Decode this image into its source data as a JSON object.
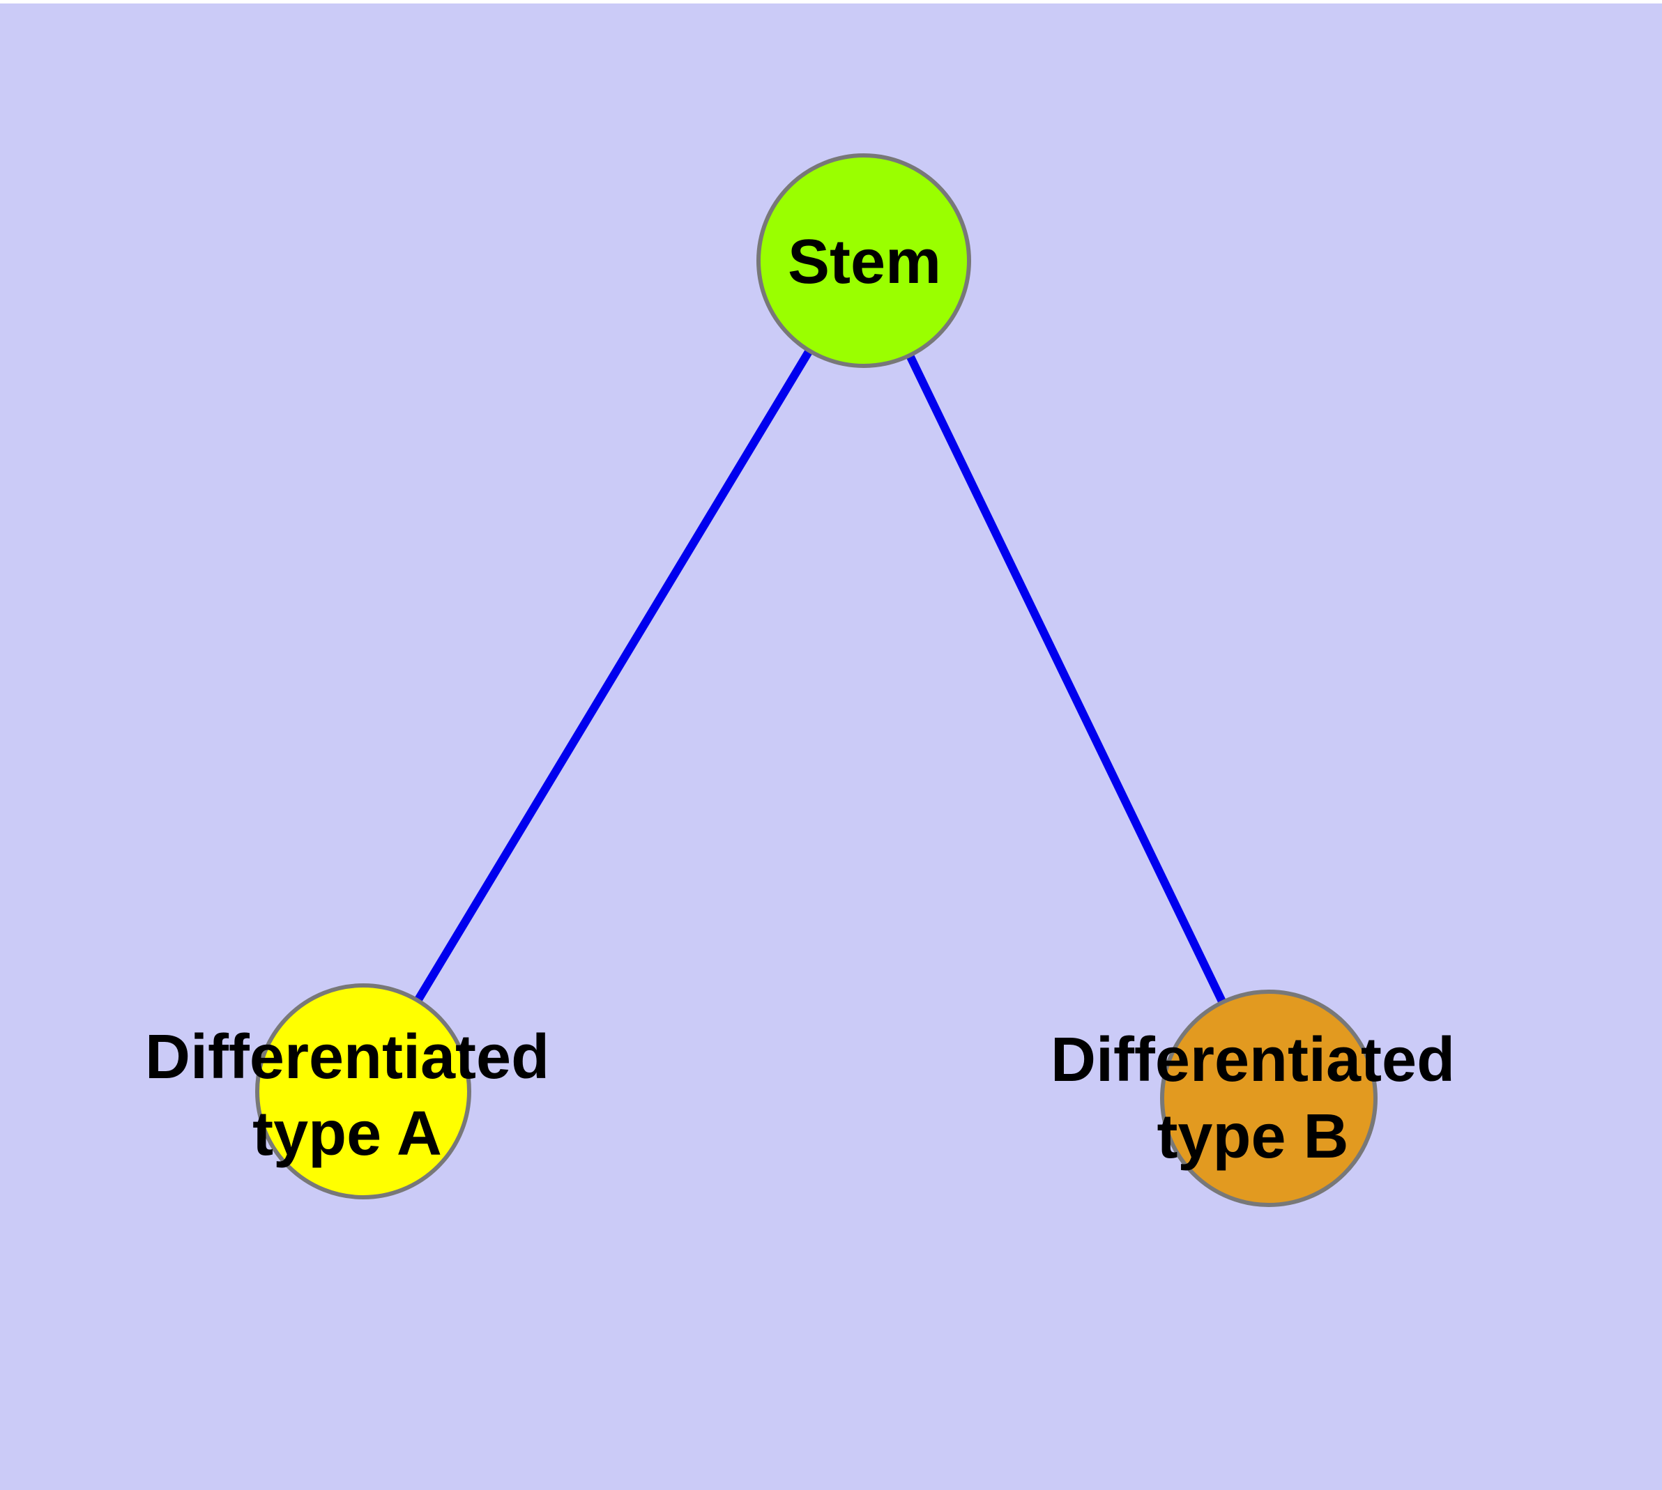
{
  "canvas": {
    "background": "#cbcbf7",
    "top_strip": "#ffffff"
  },
  "edges": {
    "color": "#0000ee",
    "items": [
      {
        "from": "Stem",
        "to": "Differentiated type A"
      },
      {
        "from": "Stem",
        "to": "Differentiated type B"
      }
    ]
  },
  "nodes": {
    "stem": {
      "label": "Stem",
      "fill": "#9aff00",
      "border": "#787878"
    },
    "type_a": {
      "label": "Differentiated\ntype A",
      "fill": "#ffff00",
      "border": "#787878"
    },
    "type_b": {
      "label": "Differentiated\ntype B",
      "fill": "#e29a20",
      "border": "#787878"
    }
  },
  "text_color": "#000000"
}
